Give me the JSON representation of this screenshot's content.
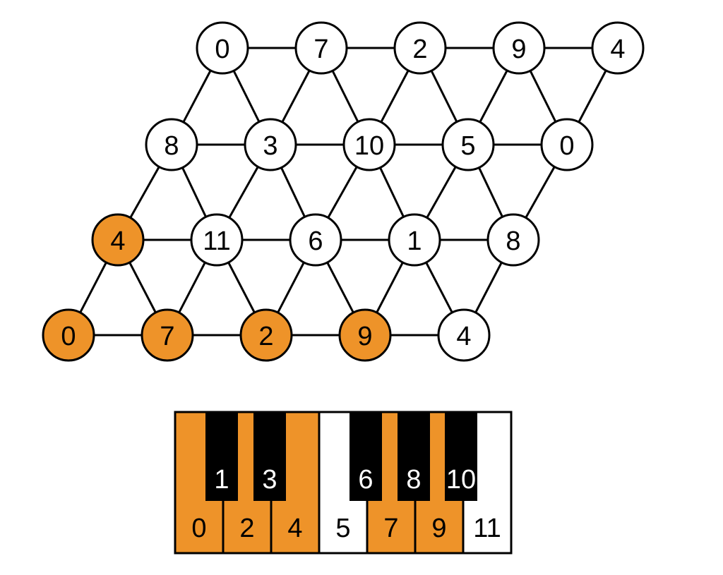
{
  "colors": {
    "highlight": "#EE9329",
    "node_default": "#FFFFFF",
    "outline": "#000000",
    "white_key": "#FFFFFF",
    "black_key": "#000000"
  },
  "lattice": {
    "rows": [
      {
        "labels": [
          "0",
          "7",
          "2",
          "9",
          "4"
        ],
        "highlighted": [
          false,
          false,
          false,
          false,
          false
        ]
      },
      {
        "labels": [
          "8",
          "3",
          "10",
          "5",
          "0"
        ],
        "highlighted": [
          false,
          false,
          false,
          false,
          false
        ]
      },
      {
        "labels": [
          "4",
          "11",
          "6",
          "1",
          "8"
        ],
        "highlighted": [
          true,
          false,
          false,
          false,
          false
        ]
      },
      {
        "labels": [
          "0",
          "7",
          "2",
          "9",
          "4"
        ],
        "highlighted": [
          true,
          true,
          true,
          true,
          false
        ]
      }
    ]
  },
  "keyboard": {
    "white_keys": [
      {
        "label": "0",
        "highlighted": true
      },
      {
        "label": "2",
        "highlighted": true
      },
      {
        "label": "4",
        "highlighted": true
      },
      {
        "label": "5",
        "highlighted": false
      },
      {
        "label": "7",
        "highlighted": true
      },
      {
        "label": "9",
        "highlighted": true
      },
      {
        "label": "11",
        "highlighted": false
      }
    ],
    "black_keys": [
      {
        "label": "1"
      },
      {
        "label": "3"
      },
      {
        "label": "6"
      },
      {
        "label": "8"
      },
      {
        "label": "10"
      }
    ]
  }
}
